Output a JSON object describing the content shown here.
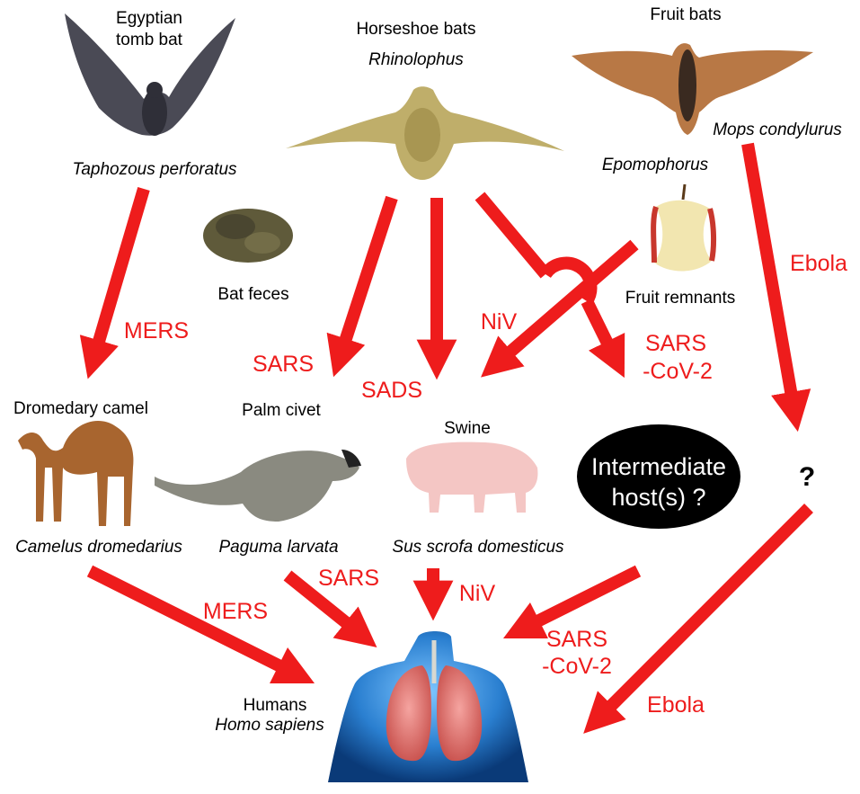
{
  "hosts": {
    "tomb_bat": {
      "name_line1": "Egyptian",
      "name_line2": "tomb bat",
      "species": "Taphozous perforatus"
    },
    "horseshoe_bat": {
      "name": "Horseshoe bats",
      "genus": "Rhinolophus"
    },
    "fruit_bat": {
      "name": "Fruit bats",
      "species1": "Mops condylurus",
      "species2": "Epomophorus"
    },
    "bat_feces": {
      "label": "Bat feces"
    },
    "fruit_remnants": {
      "label": "Fruit remnants"
    },
    "camel": {
      "name": "Dromedary camel",
      "species": "Camelus dromedarius"
    },
    "civet": {
      "name": "Palm civet",
      "species": "Paguma larvata"
    },
    "swine": {
      "name": "Swine",
      "species": "Sus scrofa domesticus"
    },
    "intermediate": {
      "line1": "Intermediate",
      "line2": "host(s) ?"
    },
    "unknown": {
      "label": "?"
    },
    "humans": {
      "name": "Humans",
      "species": "Homo sapiens"
    }
  },
  "viruses": {
    "mers_bat": "MERS",
    "sars_bat": "SARS",
    "sads": "SADS",
    "niv_fruit": "NiV",
    "sars2_bat_line1": "SARS",
    "sars2_bat_line2": "-CoV-2",
    "ebola_bat": "Ebola",
    "mers_human": "MERS",
    "sars_human": "SARS",
    "niv_human": "NiV",
    "sars2_human_line1": "SARS",
    "sars2_human_line2": "-CoV-2",
    "ebola_human": "Ebola"
  },
  "colors": {
    "arrow": "#ee1c1c",
    "intermediate_fill": "#000000"
  }
}
